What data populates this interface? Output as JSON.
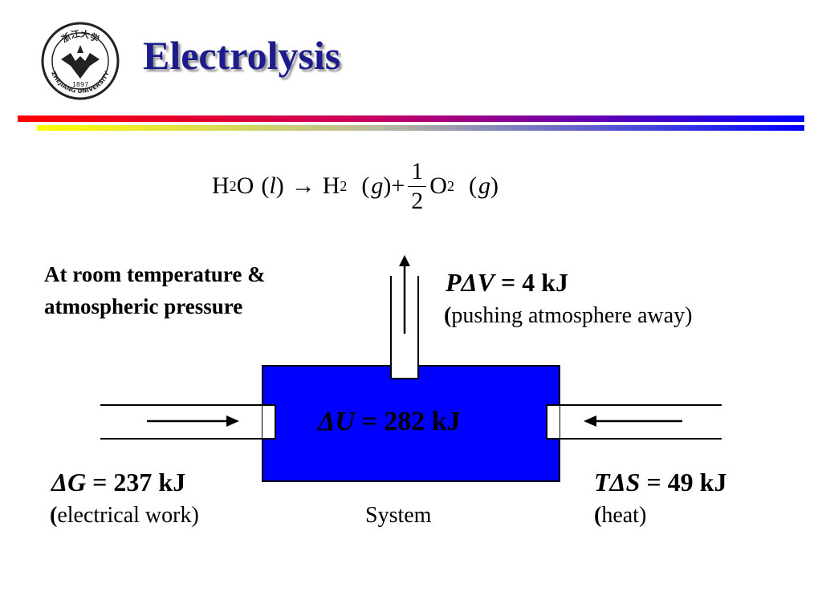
{
  "header": {
    "title": "Electrolysis",
    "logo": {
      "icon": "zhejiang-university-seal-icon",
      "text_top": "浙江大学",
      "year": "1897",
      "text_bottom": "ZHEJIANG UNIVERSITY"
    }
  },
  "colors": {
    "title": "#1c1c8c",
    "system_box": "#0000ff",
    "bar_red": "#ff0000",
    "bar_blue": "#0000ff",
    "bar_yellow": "#ffff00"
  },
  "equation": {
    "reactant": "H",
    "reactant_sub": "2",
    "reactant_rest": "O",
    "reactant_phase": "l",
    "arrow": "→",
    "product1": "H",
    "product1_sub": "2",
    "product1_phase": "g",
    "plus": "+",
    "coef_num": "1",
    "coef_den": "2",
    "product2": "O",
    "product2_sub": "2",
    "product2_phase": "g"
  },
  "conditions": {
    "line1": "At room temperature &",
    "line2": "atmospheric pressure"
  },
  "pv": {
    "symbol_p": "P",
    "delta": "Δ",
    "symbol_v": "V",
    "value": " = 4 kJ",
    "paren_open": "(",
    "desc": "pushing atmosphere away)"
  },
  "du": {
    "delta": "Δ",
    "symbol": "U",
    "value": " = 282 kJ"
  },
  "dg": {
    "delta": "Δ",
    "symbol": "G",
    "value": " = 237 kJ",
    "paren_open": "(",
    "desc": "electrical work)"
  },
  "ts": {
    "symbol_t": "T",
    "delta": "Δ",
    "symbol_s": "S",
    "value": " = 49 kJ",
    "paren_open": "(",
    "desc": "heat)"
  },
  "system": {
    "label": "System"
  }
}
